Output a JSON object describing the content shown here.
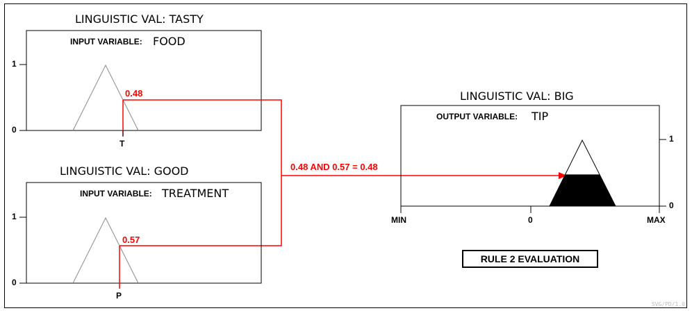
{
  "food_panel": {
    "title": "LINGUISTIC VAL: TASTY",
    "var_label": "INPUT VARIABLE:",
    "var_name": "FOOD",
    "y_tick_top": "1",
    "y_tick_bottom": "0",
    "x_marker": "T",
    "degree_label": "0.48"
  },
  "treatment_panel": {
    "title": "LINGUISTIC VAL: GOOD",
    "var_label": "INPUT VARIABLE:",
    "var_name": "TREATMENT",
    "y_tick_top": "1",
    "y_tick_bottom": "0",
    "x_marker": "P",
    "degree_label": "0.57"
  },
  "combination_label": "0.48 AND 0.57 = 0.48",
  "output_panel": {
    "title": "LINGUISTIC VAL: BIG",
    "var_label": "OUTPUT VARIABLE:",
    "var_name": "TIP",
    "y_tick_top": "1",
    "y_tick_bottom": "0",
    "x_min": "MIN",
    "x_zero": "0",
    "x_max": "MAX",
    "clip_level": 0.48
  },
  "rule_label": "RULE 2 EVALUATION",
  "watermark": "SVG/PD/1.0",
  "colors": {
    "highlight": "#ff0000",
    "shape_outline": "#888888",
    "fill": "#000000"
  }
}
